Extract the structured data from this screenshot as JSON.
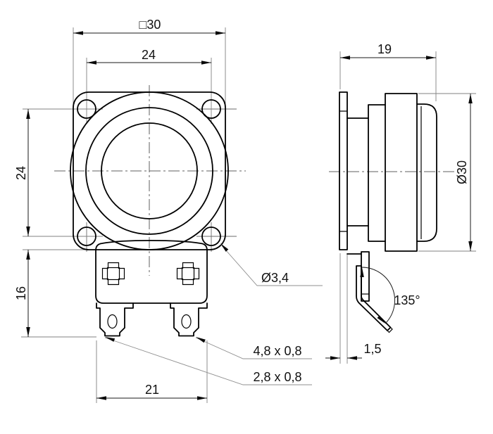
{
  "page": {
    "background": "#ffffff",
    "line_color": "#000000",
    "description": "Two-view dimensioned technical drawing of a 30 mm square-flange miniature loudspeaker with solder-tab terminal bracket"
  },
  "front_view": {
    "dims": {
      "overall_square": "□30",
      "hole_pitch_horizontal": "24",
      "hole_pitch_vertical": "24",
      "bracket_drop": "16",
      "terminal_span": "21"
    },
    "labels": {
      "mounting_hole_diameter": "Ø3,4",
      "terminal_large": "4,8 x 0,8",
      "terminal_small": "2,8 x 0,8"
    }
  },
  "side_view": {
    "dims": {
      "depth": "19",
      "body_diameter": "Ø30",
      "flange_thickness": "1,5",
      "terminal_bend_angle": "135°"
    }
  }
}
